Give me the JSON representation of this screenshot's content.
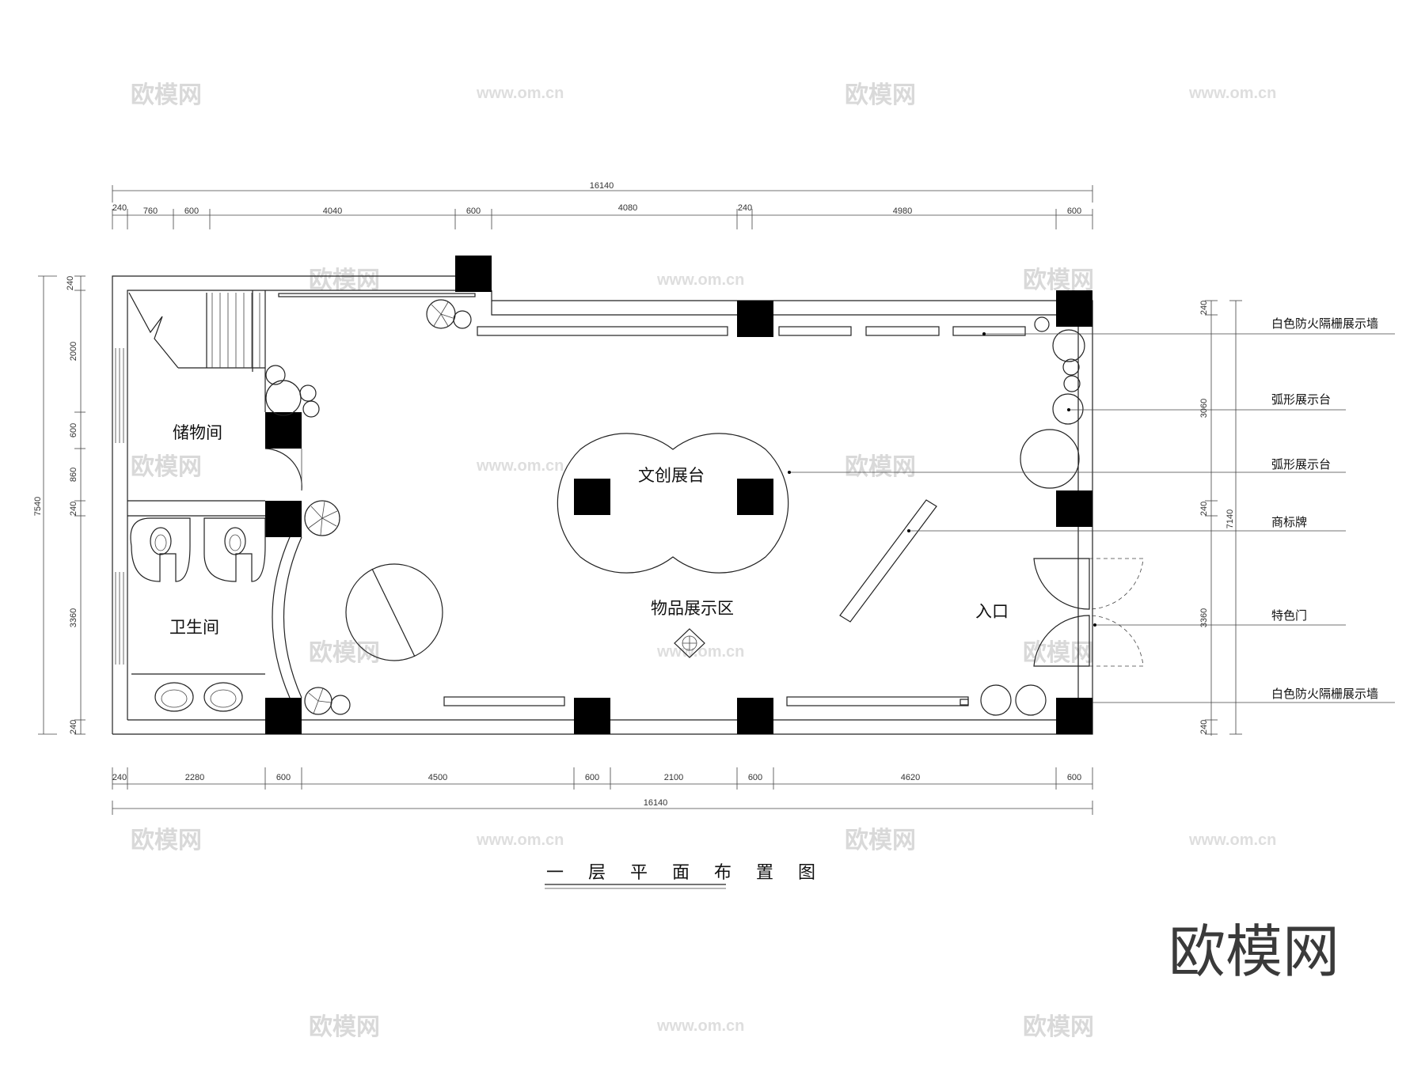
{
  "drawing": {
    "title": "一 层 平 面 布 置 图",
    "logo": "欧模网",
    "watermark_text": "欧模网",
    "watermark_url": "www.om.cn"
  },
  "rooms": {
    "storage": "储物间",
    "toilet": "卫生间",
    "display_stand": "文创展台",
    "display_area": "物品展示区",
    "entrance": "入口"
  },
  "callouts": [
    "白色防火隔栅展示墙",
    "弧形展示台",
    "弧形展示台",
    "商标牌",
    "特色门",
    "白色防火隔栅展示墙"
  ],
  "dimensions": {
    "top_total": "16140",
    "top_segments": [
      "240",
      "760",
      "600",
      "4040",
      "600",
      "4080",
      "240",
      "4980",
      "600"
    ],
    "bottom_total": "16140",
    "bottom_segments": [
      "240",
      "2280",
      "600",
      "4500",
      "600",
      "2100",
      "600",
      "4620",
      "600"
    ],
    "left_total": "7540",
    "left_segments": [
      "240",
      "2000",
      "600",
      "860",
      "240",
      "3360",
      "240"
    ],
    "right_total": "7140",
    "right_segments": [
      "240",
      "3060",
      "240",
      "3360",
      "240"
    ]
  }
}
